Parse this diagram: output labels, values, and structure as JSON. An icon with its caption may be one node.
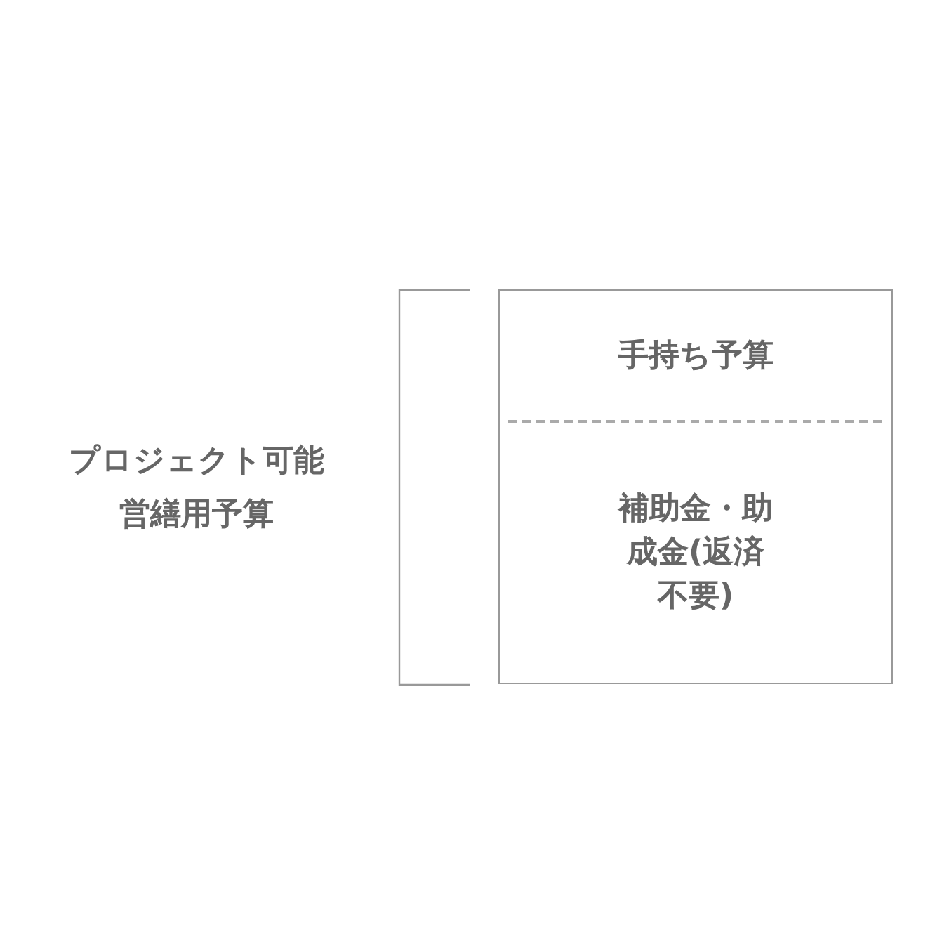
{
  "diagram": {
    "nodes": [
      {
        "text": [],
        "shape": "box"
      },
      {
        "text": [
          "手持ち予算"
        ],
        "in": 0
      },
      {
        "text": [
          "補助金・助成金(返済不要)"
        ],
        "in": 0
      }
    ],
    "labels": [
      "プロジェクト可能営繕用予算"
    ]
  }
}
